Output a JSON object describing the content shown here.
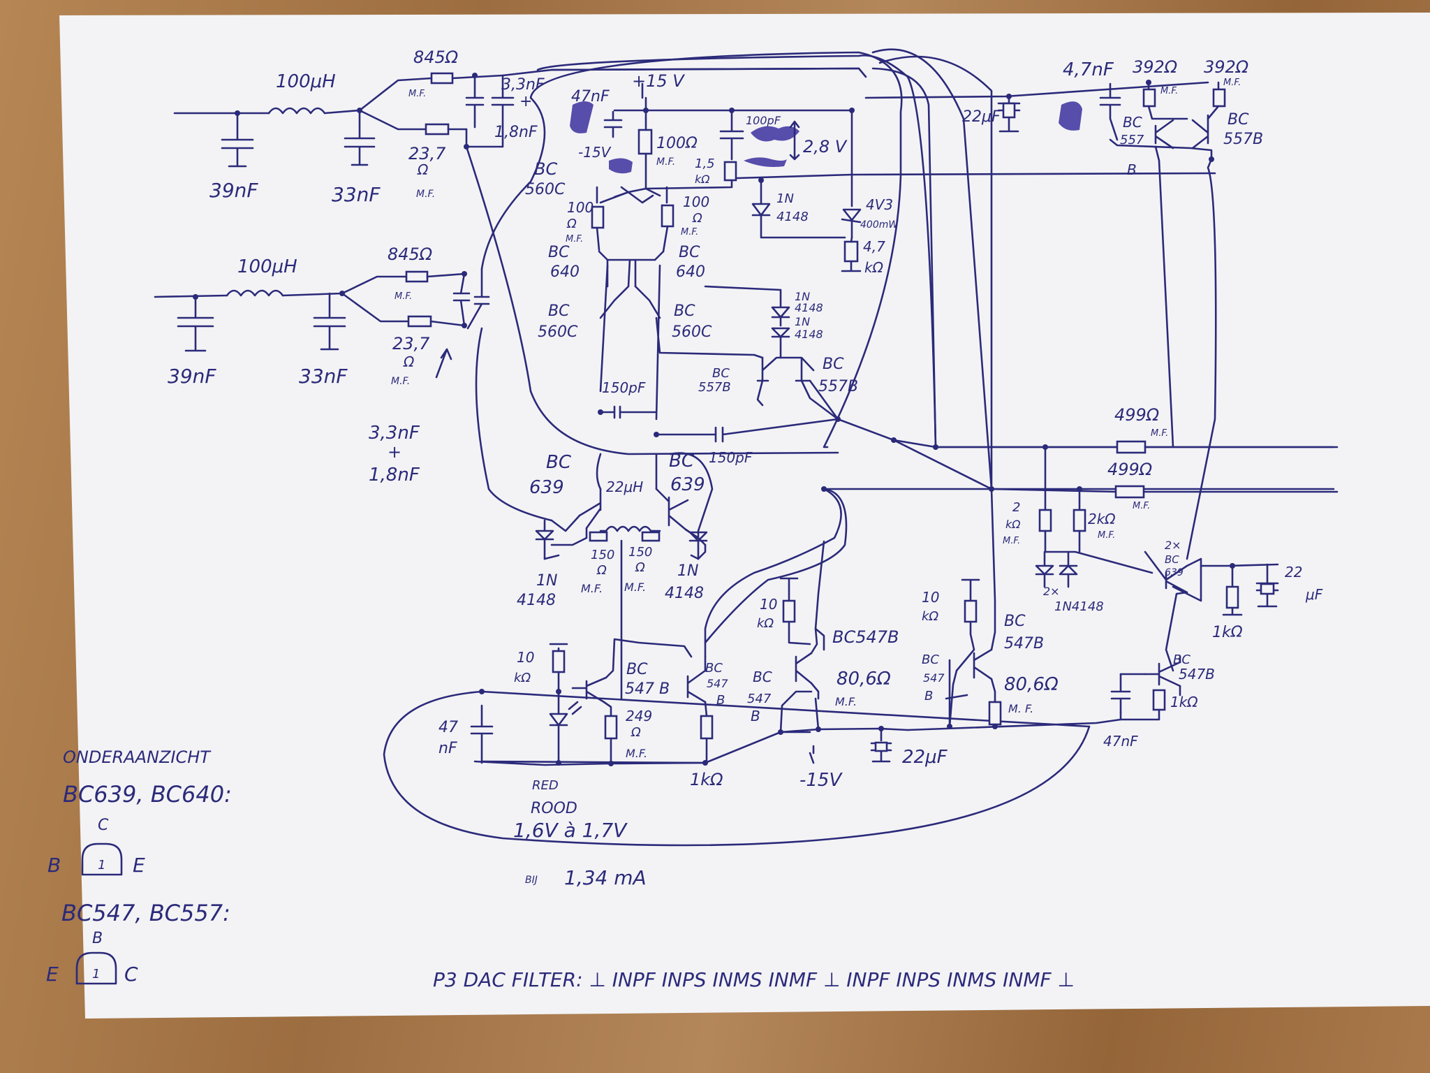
{
  "colors": {
    "ink": "#2b2a7a",
    "paper": "#f4f4f6",
    "desk": "#a87a4a"
  },
  "input_filters": {
    "inductor": "100μH",
    "cap_in": "39nF",
    "cap_mid": "33nF",
    "r_series": "845Ω",
    "r_series_note": "M.F.",
    "r_lower": "23,7",
    "r_lower_unit": "Ω",
    "r_lower_note": "M.F.",
    "cap_parallel_a": "3,3nF",
    "cap_parallel_plus": "+",
    "cap_parallel_b": "1,8nF"
  },
  "top_stage": {
    "supply": "+15 V",
    "cap_supply": "47nF",
    "neg_supply": "-15V",
    "r_100": "100Ω",
    "r_100_note": "M.F.",
    "c_100pF": "100pF",
    "voltage": "2,8 V",
    "r_1k5": "1,5",
    "r_1k5_unit": "kΩ",
    "diode": "1N",
    "diode_num": "4148",
    "zener_a": "4V3",
    "zener_b": "400mW",
    "r_4k7": "4,7",
    "r_4k7_unit": "kΩ",
    "t_bc560c": "BC",
    "t_bc560c_num": "560C",
    "r_100_left": "100",
    "r_100_right": "100",
    "ohm": "Ω",
    "mf": "M.F.",
    "t_bc640": "BC",
    "t_bc640_num": "640",
    "t_bc560": "BC",
    "t_bc560_left": "560C",
    "t_bc560_right": "560C",
    "diodes_pair_a": "1N",
    "diodes_pair_a_num": "4148",
    "diodes_pair_b": "1N",
    "diodes_pair_b_num": "4148",
    "t_bc557b": "BC",
    "t_bc557b_num": "557B",
    "c_150pF_a": "150pF",
    "c_150pF_b": "150pF"
  },
  "right_stage": {
    "c_22uF": "22μF",
    "c_4n7": "4,7nF",
    "r_392a": "392Ω",
    "r_392b": "392Ω",
    "mf": "M.F.",
    "t_bc557_left": "BC",
    "t_bc557_left_num": "557",
    "t_bc557b": "BC",
    "t_bc557b_num": "557B",
    "pin_b": "B",
    "r_499a": "499Ω",
    "r_499b": "499Ω",
    "r_2k": "2",
    "r_2k_unit": "kΩ",
    "r_2k_b": "2kΩ",
    "diodes_2x": "2×",
    "diodes_2x_type": "1N4148",
    "t_2x_bc639_a": "2×",
    "t_2x_bc639_b": "BC",
    "t_2x_bc639_c": "639",
    "c_22uF_out": "22",
    "c_22uF_out_unit": "μF",
    "r_1k_out": "1kΩ",
    "t_bc547b_r": "BC",
    "t_bc547b_r_num": "547B",
    "r_1k_r": "1kΩ",
    "c_47nF_r": "47nF"
  },
  "mid_stage": {
    "t_bc639_left": "BC",
    "t_bc639_left_num": "639",
    "t_bc639_right": "BC",
    "t_bc639_right_num": "639",
    "l_22uH": "22μH",
    "r_150_a": "150",
    "r_150_b": "150",
    "ohm": "Ω",
    "mf": "M.F.",
    "diode_l": "1N",
    "diode_l_num": "4148",
    "diode_r": "1N",
    "diode_r_num": "4148"
  },
  "bottom_stage": {
    "r_10k_a": "10",
    "r_10k_a_unit": "kΩ",
    "c_47nF": "47",
    "c_47nF_unit": "nF",
    "led_a": "RED",
    "led_b": "ROOD",
    "led_v": "1,6V à 1,7V",
    "current": "1,34 mA",
    "current_prefix": "BIJ",
    "t_bc547b_a": "BC",
    "t_bc547b_a_num": "547 B",
    "r_249": "249",
    "r_249_unit": "Ω",
    "r_249_note": "M.F.",
    "t_bc547b_b": "BC",
    "t_bc547b_b_1": "547",
    "t_bc547b_b_2": "B",
    "r_1k": "1kΩ",
    "r_10k_b": "10",
    "r_10k_b_unit": "kΩ",
    "t_bc547b_c": "BC547B",
    "t_bc547b_d": "BC",
    "t_bc547b_d_1": "547",
    "t_bc547b_d_2": "B",
    "r_80_6": "80,6Ω",
    "r_80_6_note": "M.F.",
    "neg15": "-15V",
    "c_22uF": "22μF",
    "r_10k_c": "10",
    "r_10k_c_unit": "kΩ",
    "t_bc547b_e": "BC",
    "t_bc547b_e_num": "547B",
    "t_bc547b_f": "BC",
    "t_bc547b_f_1": "547",
    "t_bc547b_f_2": "B",
    "r_80_6_b": "80,6Ω",
    "r_80_6_b_note": "M. F."
  },
  "legend": {
    "title": "ONDERAANZICHT",
    "line1": "BC639, BC640:",
    "pin_c_top": "C",
    "pin_b_left": "B",
    "pin_e_right": "E",
    "pkg_mark": "1",
    "line2": "BC547, BC557:",
    "pin_b_top": "B",
    "pin_e_left": "E",
    "pin_c_right": "C"
  },
  "footer": {
    "text": "P3   DAC FILTER:  ⊥  INPF  INPS   INMS   INMF  ⊥  INPF  INPS   INMS   INMF  ⊥"
  }
}
